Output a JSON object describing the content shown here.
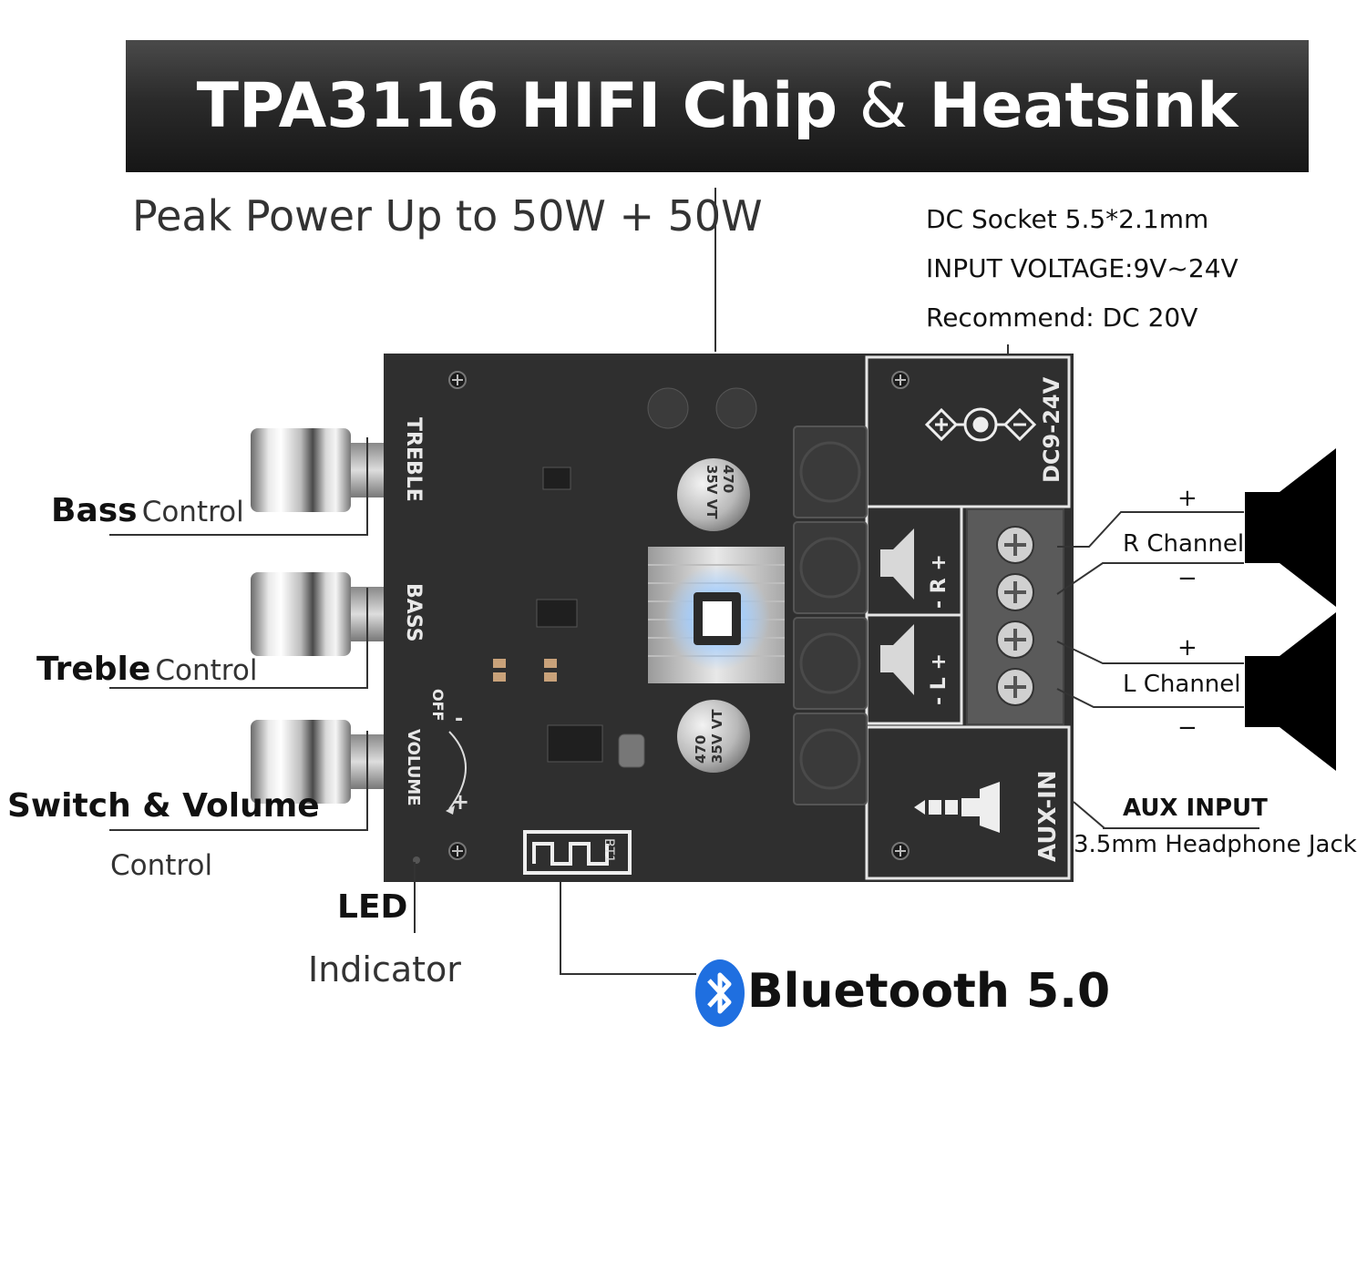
{
  "banner": {
    "title": "TPA3116 HIFI Chip",
    "amp": "&",
    "title_end": "Heatsink"
  },
  "peak_power": "Peak Power Up to 50W + 50W",
  "dc_specs": [
    "DC Socket 5.5*2.1mm",
    "INPUT  VOLTAGE:9V~24V",
    "Recommend: DC 20V"
  ],
  "board": {
    "treble": "TREBLE",
    "bass": "BASS",
    "off": "OFF",
    "volume": "VOLUME",
    "dc_label": "DC9-24V",
    "aux_label": "AUX-IN",
    "r_label": "- R +",
    "l_label": "- L +",
    "cap_top": "470 35V VT",
    "cap_bottom": "470 35V VT",
    "bt_label": "BT1"
  },
  "knobs": {
    "bass": {
      "bold": "Bass",
      "thin": "Control"
    },
    "treble": {
      "bold": "Treble",
      "thin": "Control"
    },
    "volume": {
      "bold": "Switch & Volume",
      "thin": "Control"
    }
  },
  "led": {
    "bold": "LED",
    "thin": "Indicator"
  },
  "bluetooth": "Bluetooth 5.0",
  "speakers": {
    "r": {
      "plus": "+",
      "name": "R Channel",
      "minus": "−"
    },
    "l": {
      "plus": "+",
      "name": "L Channel",
      "minus": "−"
    }
  },
  "aux": {
    "title": "AUX INPUT",
    "desc": "3.5mm Headphone Jack"
  },
  "colors": {
    "banner": "#2b2b2b",
    "board": "#2f2f2f",
    "bluetooth": "#1f6fe0"
  },
  "icons": [
    "bluetooth-icon",
    "speaker-icon",
    "dc-polarity-icon",
    "audio-jack-icon"
  ]
}
